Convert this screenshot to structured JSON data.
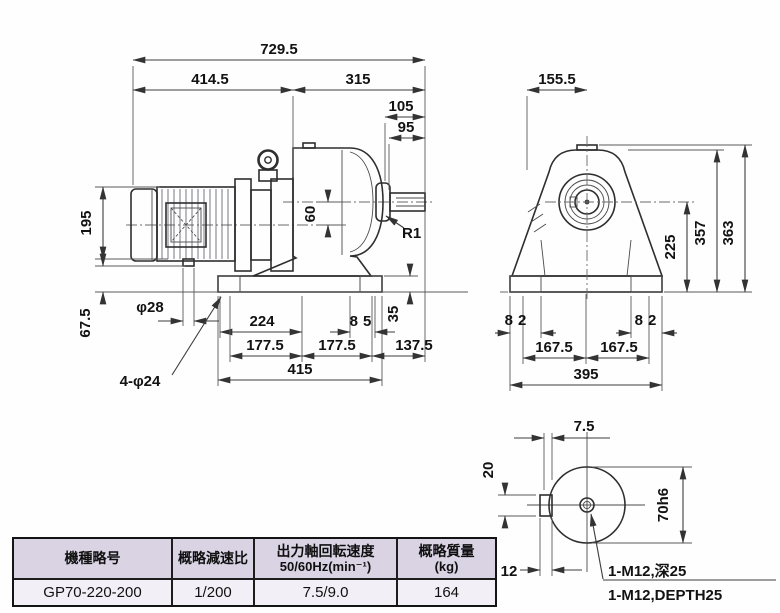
{
  "colors": {
    "body_fill": "#d6d2e0",
    "body_fill_light": "#dedae8",
    "line": "#2e2e2e",
    "table_header_bg": "#d9d3e4",
    "table_row_bg": "#f2f0f6"
  },
  "front_view": {
    "dims": {
      "overall_length": "729.5",
      "motor_section": "414.5",
      "gear_section": "315",
      "shaft_section": "105",
      "shaft_length": "95",
      "axis_offset": "60",
      "fillet_radius": "R1",
      "motor_height": "195",
      "hub_diameter": "φ28",
      "motor_to_base": "67.5",
      "hole_note": "4-φ24",
      "foot_inner": "224",
      "foot_pad": "85",
      "base_thickness": "35",
      "pitch_a": "177.5",
      "pitch_b": "177.5",
      "overhang": "137.5",
      "base_length": "415"
    }
  },
  "side_view": {
    "dims": {
      "top_offset": "155.5",
      "shaft_center_height": "225",
      "body_height": "357",
      "overall_height": "363",
      "pad_left": "82",
      "pad_right": "82",
      "pitch_left": "167.5",
      "pitch_right": "167.5",
      "base_width": "395"
    }
  },
  "detail_view": {
    "dims": {
      "key_protrusion": "7.5",
      "key_width": "20",
      "key_offset": "12",
      "shaft_diameter": "70h6"
    },
    "notes": {
      "tap_jp": "1-M12,深25",
      "tap_en": "1-M12,DEPTH25"
    }
  },
  "spec_table": {
    "headers": {
      "model": "機種略号",
      "ratio": "概略減速比",
      "speed_line1": "出力軸回転速度",
      "speed_line2": "50/60Hz(min⁻¹)",
      "mass_line1": "概略質量",
      "mass_line2": "(kg)"
    },
    "row": {
      "model": "GP70-220-200",
      "ratio": "1/200",
      "speed": "7.5/9.0",
      "mass": "164"
    }
  }
}
